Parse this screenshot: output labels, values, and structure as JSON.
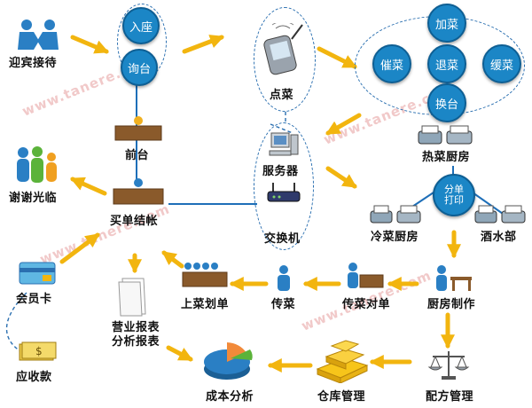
{
  "nodes": {
    "greet": "迎宾接待",
    "seat": "入座",
    "front_desk_top": "询台",
    "front_desk": "前台",
    "thanks": "谢谢光临",
    "checkout": "买单结帐",
    "order": "点菜",
    "server": "服务器",
    "switch": "交换机",
    "add_dish": "加菜",
    "urge_dish": "催菜",
    "return_dish": "退菜",
    "delay_dish": "缓菜",
    "change_table": "换台",
    "hot_kitchen": "热菜厨房",
    "split_print": "分单\n打印",
    "cold_kitchen": "冷菜厨房",
    "bar": "酒水部",
    "member_card": "会员卡",
    "receivable": "应收款",
    "reports": "营业报表\n分析报表",
    "serve_desk": "上菜划单",
    "serve": "传菜",
    "serve_check": "传菜对单",
    "kitchen_make": "厨房制作",
    "cost_analysis": "成本分析",
    "warehouse": "仓库管理",
    "recipe": "配方管理"
  },
  "watermark": "www.tanere.com",
  "colors": {
    "bubble_blue": "#1b86c6",
    "arrow_yellow": "#f2b50f",
    "line_blue": "#1e6fb8",
    "person_blue": "#2a7fc4"
  }
}
